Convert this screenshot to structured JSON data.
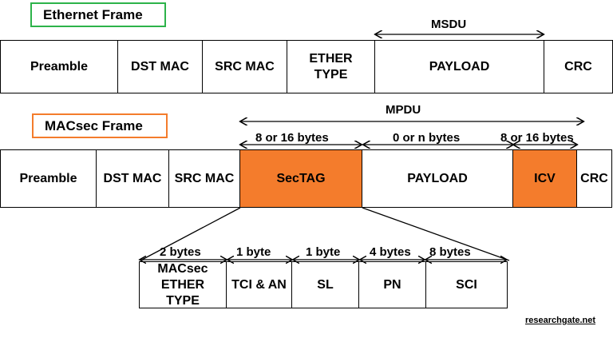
{
  "ethernet": {
    "title": "Ethernet Frame",
    "title_border_color": "#2db34a",
    "fields": [
      "Preamble",
      "DST MAC",
      "SRC MAC",
      "ETHER TYPE",
      "PAYLOAD",
      "CRC"
    ],
    "msdu_label": "MSDU"
  },
  "macsec": {
    "title": "MACsec Frame",
    "title_border_color": "#f47c2c",
    "fields": [
      "Preamble",
      "DST MAC",
      "SRC MAC",
      "SecTAG",
      "PAYLOAD",
      "ICV",
      "CRC"
    ],
    "highlight_color": "#f47c2c",
    "mpdu_label": "MPDU",
    "size_labels": [
      "8 or 16 bytes",
      "0 or n bytes",
      "8 or 16 bytes"
    ]
  },
  "sectag": {
    "fields": [
      "MACsec ETHER TYPE",
      "TCI & AN",
      "SL",
      "PN",
      "SCI"
    ],
    "size_labels": [
      "2 bytes",
      "1 byte",
      "1 byte",
      "4 bytes",
      "8 bytes"
    ]
  },
  "watermark": "researchgate.net"
}
